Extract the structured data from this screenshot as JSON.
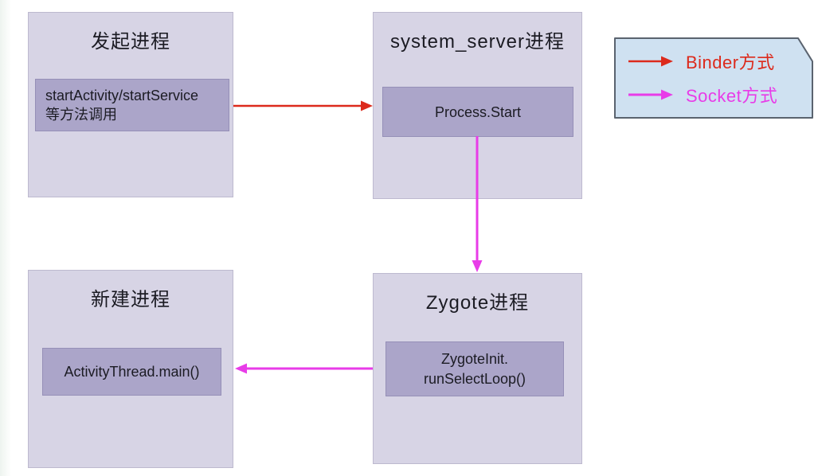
{
  "diagram": {
    "nodes": {
      "initiator": {
        "title": "发起进程",
        "inner_line1": "startActivity/startService",
        "inner_line2": "等方法调用"
      },
      "system_server": {
        "title": "system_server进程",
        "inner": "Process.Start"
      },
      "new_process": {
        "title": "新建进程",
        "inner": "ActivityThread.main()"
      },
      "zygote": {
        "title": "Zygote进程",
        "inner_line1": "ZygoteInit.",
        "inner_line2": "runSelectLoop()"
      }
    },
    "edges": [
      {
        "from": "initiator",
        "to": "system_server",
        "style": "binder",
        "direction": "right"
      },
      {
        "from": "system_server",
        "to": "zygote",
        "style": "socket",
        "direction": "down"
      },
      {
        "from": "zygote",
        "to": "new_process",
        "style": "socket",
        "direction": "left"
      }
    ],
    "legend": {
      "items": [
        {
          "label": "Binder方式",
          "style": "binder"
        },
        {
          "label": "Socket方式",
          "style": "socket"
        }
      ]
    }
  },
  "colors": {
    "binder-red": "#dc2a1c",
    "socket-magenta": "#e83ce8",
    "outer-box": "#d7d4e5",
    "inner-box": "#aba5c9",
    "legend-bg": "#cfe1f1",
    "legend-border": "#5a636f",
    "text-dark": "#1b1b23"
  }
}
